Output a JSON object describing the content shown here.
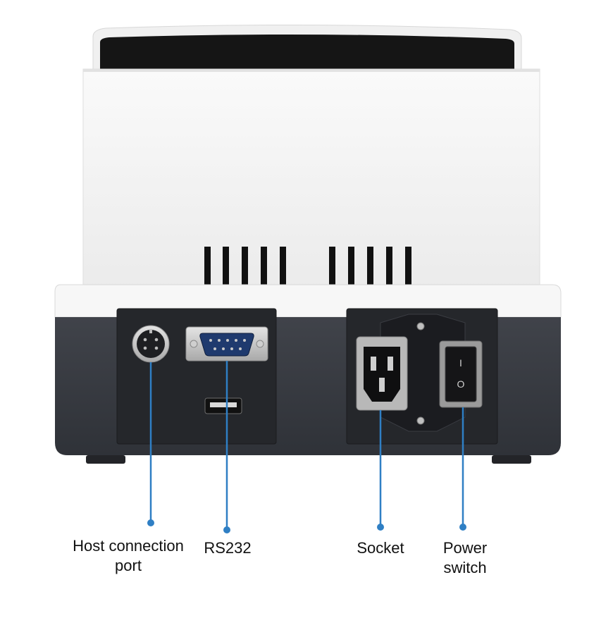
{
  "diagram": {
    "callouts": [
      {
        "id": "host",
        "label": "Host connection port"
      },
      {
        "id": "rs232",
        "label": "RS232"
      },
      {
        "id": "socket",
        "label": "Socket"
      },
      {
        "id": "power",
        "label": "Power switch"
      }
    ],
    "switch_symbols": {
      "on": "I",
      "off": "O"
    },
    "colors": {
      "body_white": "#f6f6f6",
      "base_dark": "#3a3d44",
      "panel_dark": "#2a2c31",
      "callout_blue": "#2f7fc4",
      "vent_black": "#111111"
    }
  }
}
